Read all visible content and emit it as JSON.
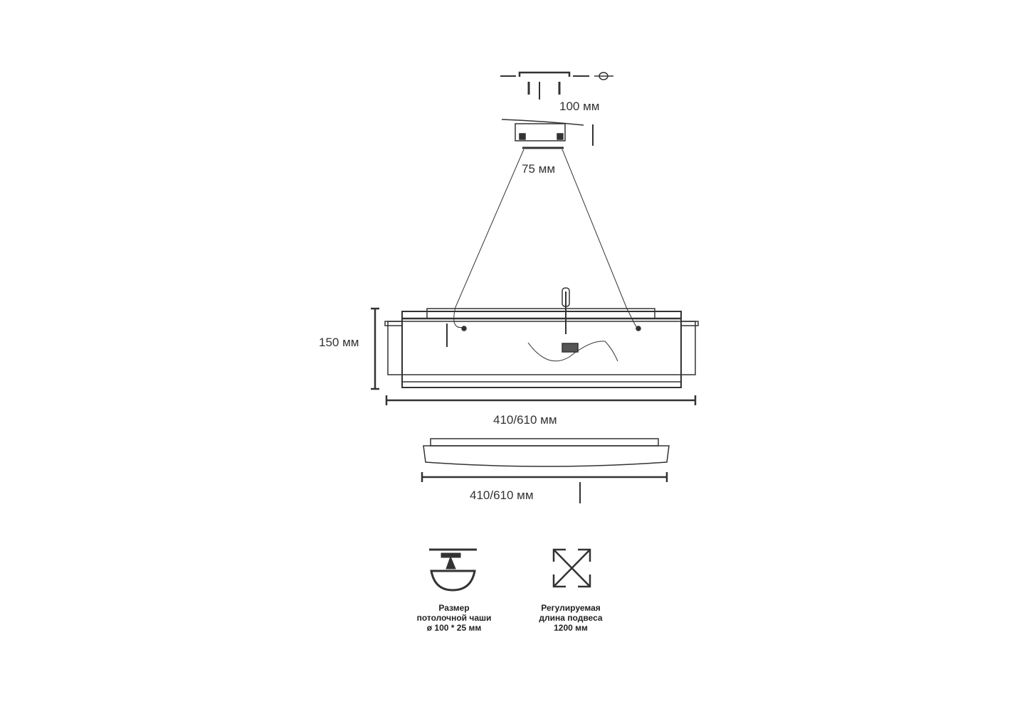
{
  "dimensions": {
    "canopy_mount": "100 мм",
    "canopy_base": "75 мм",
    "height": "150 мм",
    "body_length": "410/610 мм",
    "panel_length": "410/610 мм"
  },
  "legend": [
    {
      "icon": "ceiling-cup-icon",
      "lines": [
        "Размер",
        "потолочной чаши",
        "ø 100 * 25 мм"
      ]
    },
    {
      "icon": "adjustable-length-icon",
      "lines": [
        "Регулируемая",
        "длина подвеса",
        "1200 мм"
      ]
    }
  ],
  "colors": {
    "stroke": "#333333",
    "background": "#ffffff"
  }
}
